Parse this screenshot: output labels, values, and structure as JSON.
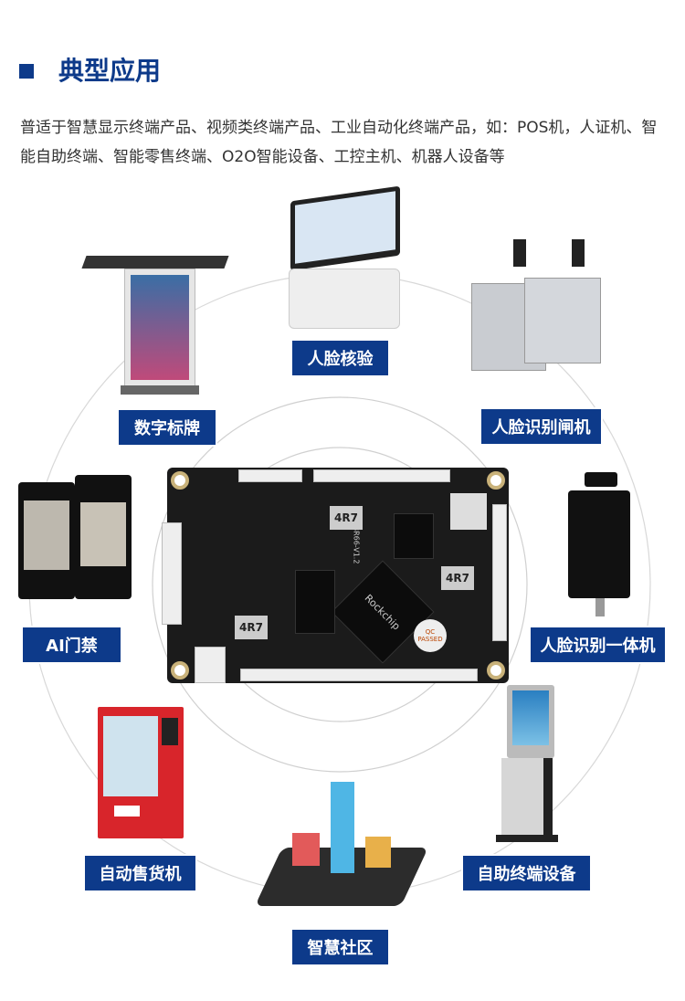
{
  "header": {
    "title": "典型应用"
  },
  "description": "普适于智慧显示终端产品、视频类终端产品、工业自动化终端产品，如：POS机，人证机、智能自助终端、智能零售终端、O2O智能设备、工控主机、机器人设备等",
  "accent_color": "#0d3a8a",
  "applications": [
    {
      "label": "人脸核验"
    },
    {
      "label": "数字标牌"
    },
    {
      "label": "人脸识别闸机"
    },
    {
      "label": "AI门禁"
    },
    {
      "label": "人脸识别一体机"
    },
    {
      "label": "自动售货机"
    },
    {
      "label": "自助终端设备"
    },
    {
      "label": "智慧社区"
    }
  ],
  "board": {
    "inductor_label": "4R7",
    "chip_brand": "Rockchip",
    "qc_sticker": "QC PASSED",
    "model": "BR66-V1.2"
  }
}
